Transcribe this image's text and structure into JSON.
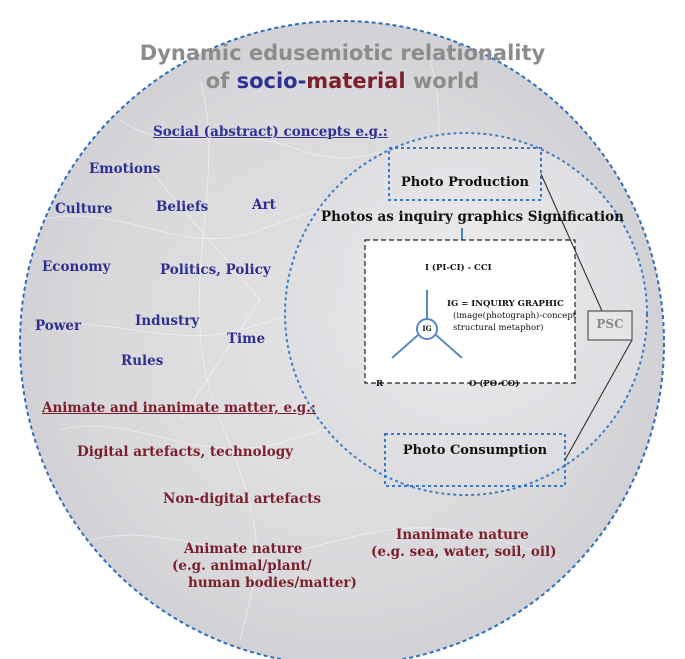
{
  "title": {
    "line1": "Dynamic edusemiotic relationality",
    "line2_pre": "of ",
    "line2_socio": "socio-",
    "line2_material": "material",
    "line2_post": " world"
  },
  "social": {
    "header": "Social (abstract) concepts e.g.:",
    "items": [
      "Emotions",
      "Culture",
      "Beliefs",
      "Art",
      "Economy",
      "Politics, Policy",
      "Power",
      "Industry",
      "Time",
      "Rules"
    ]
  },
  "matter": {
    "header": "Animate and inanimate matter, e.g.:",
    "digital": "Digital artefacts,  technology",
    "non_digital": "Non-digital artefacts",
    "animate": [
      "Animate nature",
      "(e.g. animal/plant/",
      "human bodies/matter)"
    ],
    "inanimate": [
      "Inanimate nature",
      "(e.g. sea, water, soil, oil)"
    ]
  },
  "photo": {
    "production": "Photo Production",
    "signification": "Photos as inquiry graphics Signification",
    "consumption": "Photo Consumption",
    "psc": "PSC"
  },
  "ig": {
    "top": "I  (PI-CI) - CCI",
    "def": "IG = INQUIRY GRAPHIC",
    "def2": "(image(photograph)-concept",
    "def3": "structural metaphor)",
    "node": "IG",
    "r": "R",
    "o": "O   (PO-CO)"
  },
  "colors": {
    "title_gray": "#8c8c8c",
    "blue": "#2e3192",
    "maroon": "#7a1f2b",
    "dotted_border": "#3a78c2"
  }
}
